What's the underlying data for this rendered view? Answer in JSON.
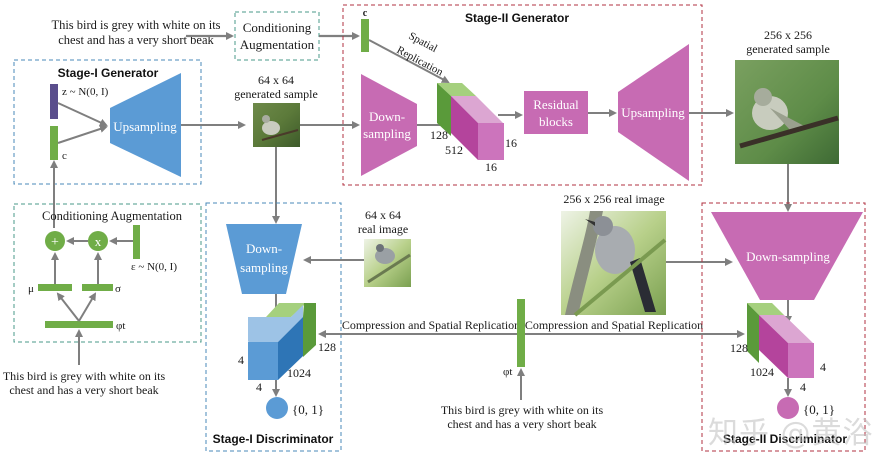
{
  "caption_text": {
    "line1": "This bird is grey with white on its",
    "line2": "chest and has a very short beak"
  },
  "conditioning_augmentation_box": {
    "line1": "Conditioning",
    "line2": "Augmentation"
  },
  "stage1_generator": {
    "title": "Stage-I Generator",
    "z_label": "z ~ N(0, I)",
    "c_label": "c",
    "upsampling_label": "Upsampling"
  },
  "generated_64": {
    "line1": "64 x 64",
    "line2": "generated sample"
  },
  "stage2_generator": {
    "title": "Stage-II Generator",
    "c_label": "c",
    "spatial_line1": "Spatial",
    "spatial_line2": "Replication",
    "downsampling_line1": "Down-",
    "downsampling_line2": "sampling",
    "dim_128": "128",
    "dim_512": "512",
    "dim_16a": "16",
    "dim_16b": "16",
    "residual_line1": "Residual",
    "residual_line2": "blocks",
    "upsampling_label": "Upsampling"
  },
  "generated_256": {
    "line1": "256 x 256",
    "line2": "generated sample"
  },
  "conditioning_augmentation": {
    "title": "Conditioning Augmentation",
    "plus": "+",
    "times": "x",
    "epsilon_label": "ε ~ N(0, I)",
    "mu_label": "μ",
    "sigma_label": "σ",
    "phi_label": "φt"
  },
  "stage1_discriminator": {
    "title": "Stage-I Discriminator",
    "downsampling_line1": "Down-",
    "downsampling_line2": "sampling",
    "real_line1": "64 x 64",
    "real_line2": "real image",
    "dim_128": "128",
    "dim_4a": "4",
    "dim_1024": "1024",
    "dim_4b": "4",
    "output_label": "{0, 1}"
  },
  "center": {
    "compression_left": "Compression and Spatial Replication",
    "compression_right": "Compression and Spatial Replication",
    "phi_label": "φt",
    "real_256_label": "256 x 256 real image"
  },
  "stage2_discriminator": {
    "title": "Stage-II Discriminator",
    "downsampling_label": "Down-sampling",
    "dim_128": "128",
    "dim_1024": "1024",
    "dim_4a": "4",
    "dim_4b": "4",
    "output_label": "{0, 1}"
  },
  "watermark": "知乎 @黄浴",
  "colors": {
    "stage1_blue": "#5b9bd5",
    "stage2_pink": "#c76bb3",
    "embedding_green": "#70ad47",
    "z_purple": "#5a4e8c",
    "arrow_gray": "#7f7f7f",
    "box_teal": "#4a9a8a",
    "box_blue": "#4a8ab8",
    "box_red": "#b03040"
  }
}
